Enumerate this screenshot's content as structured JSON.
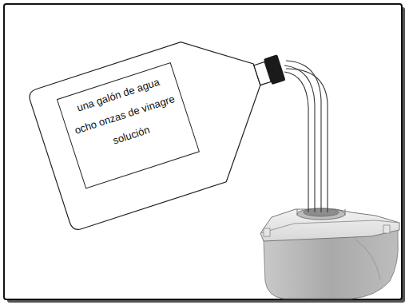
{
  "diagram": {
    "nodes": [
      {
        "text": [
          "una galón de agua",
          "ocho onzas de vinagre",
          "solución"
        ]
      }
    ]
  }
}
